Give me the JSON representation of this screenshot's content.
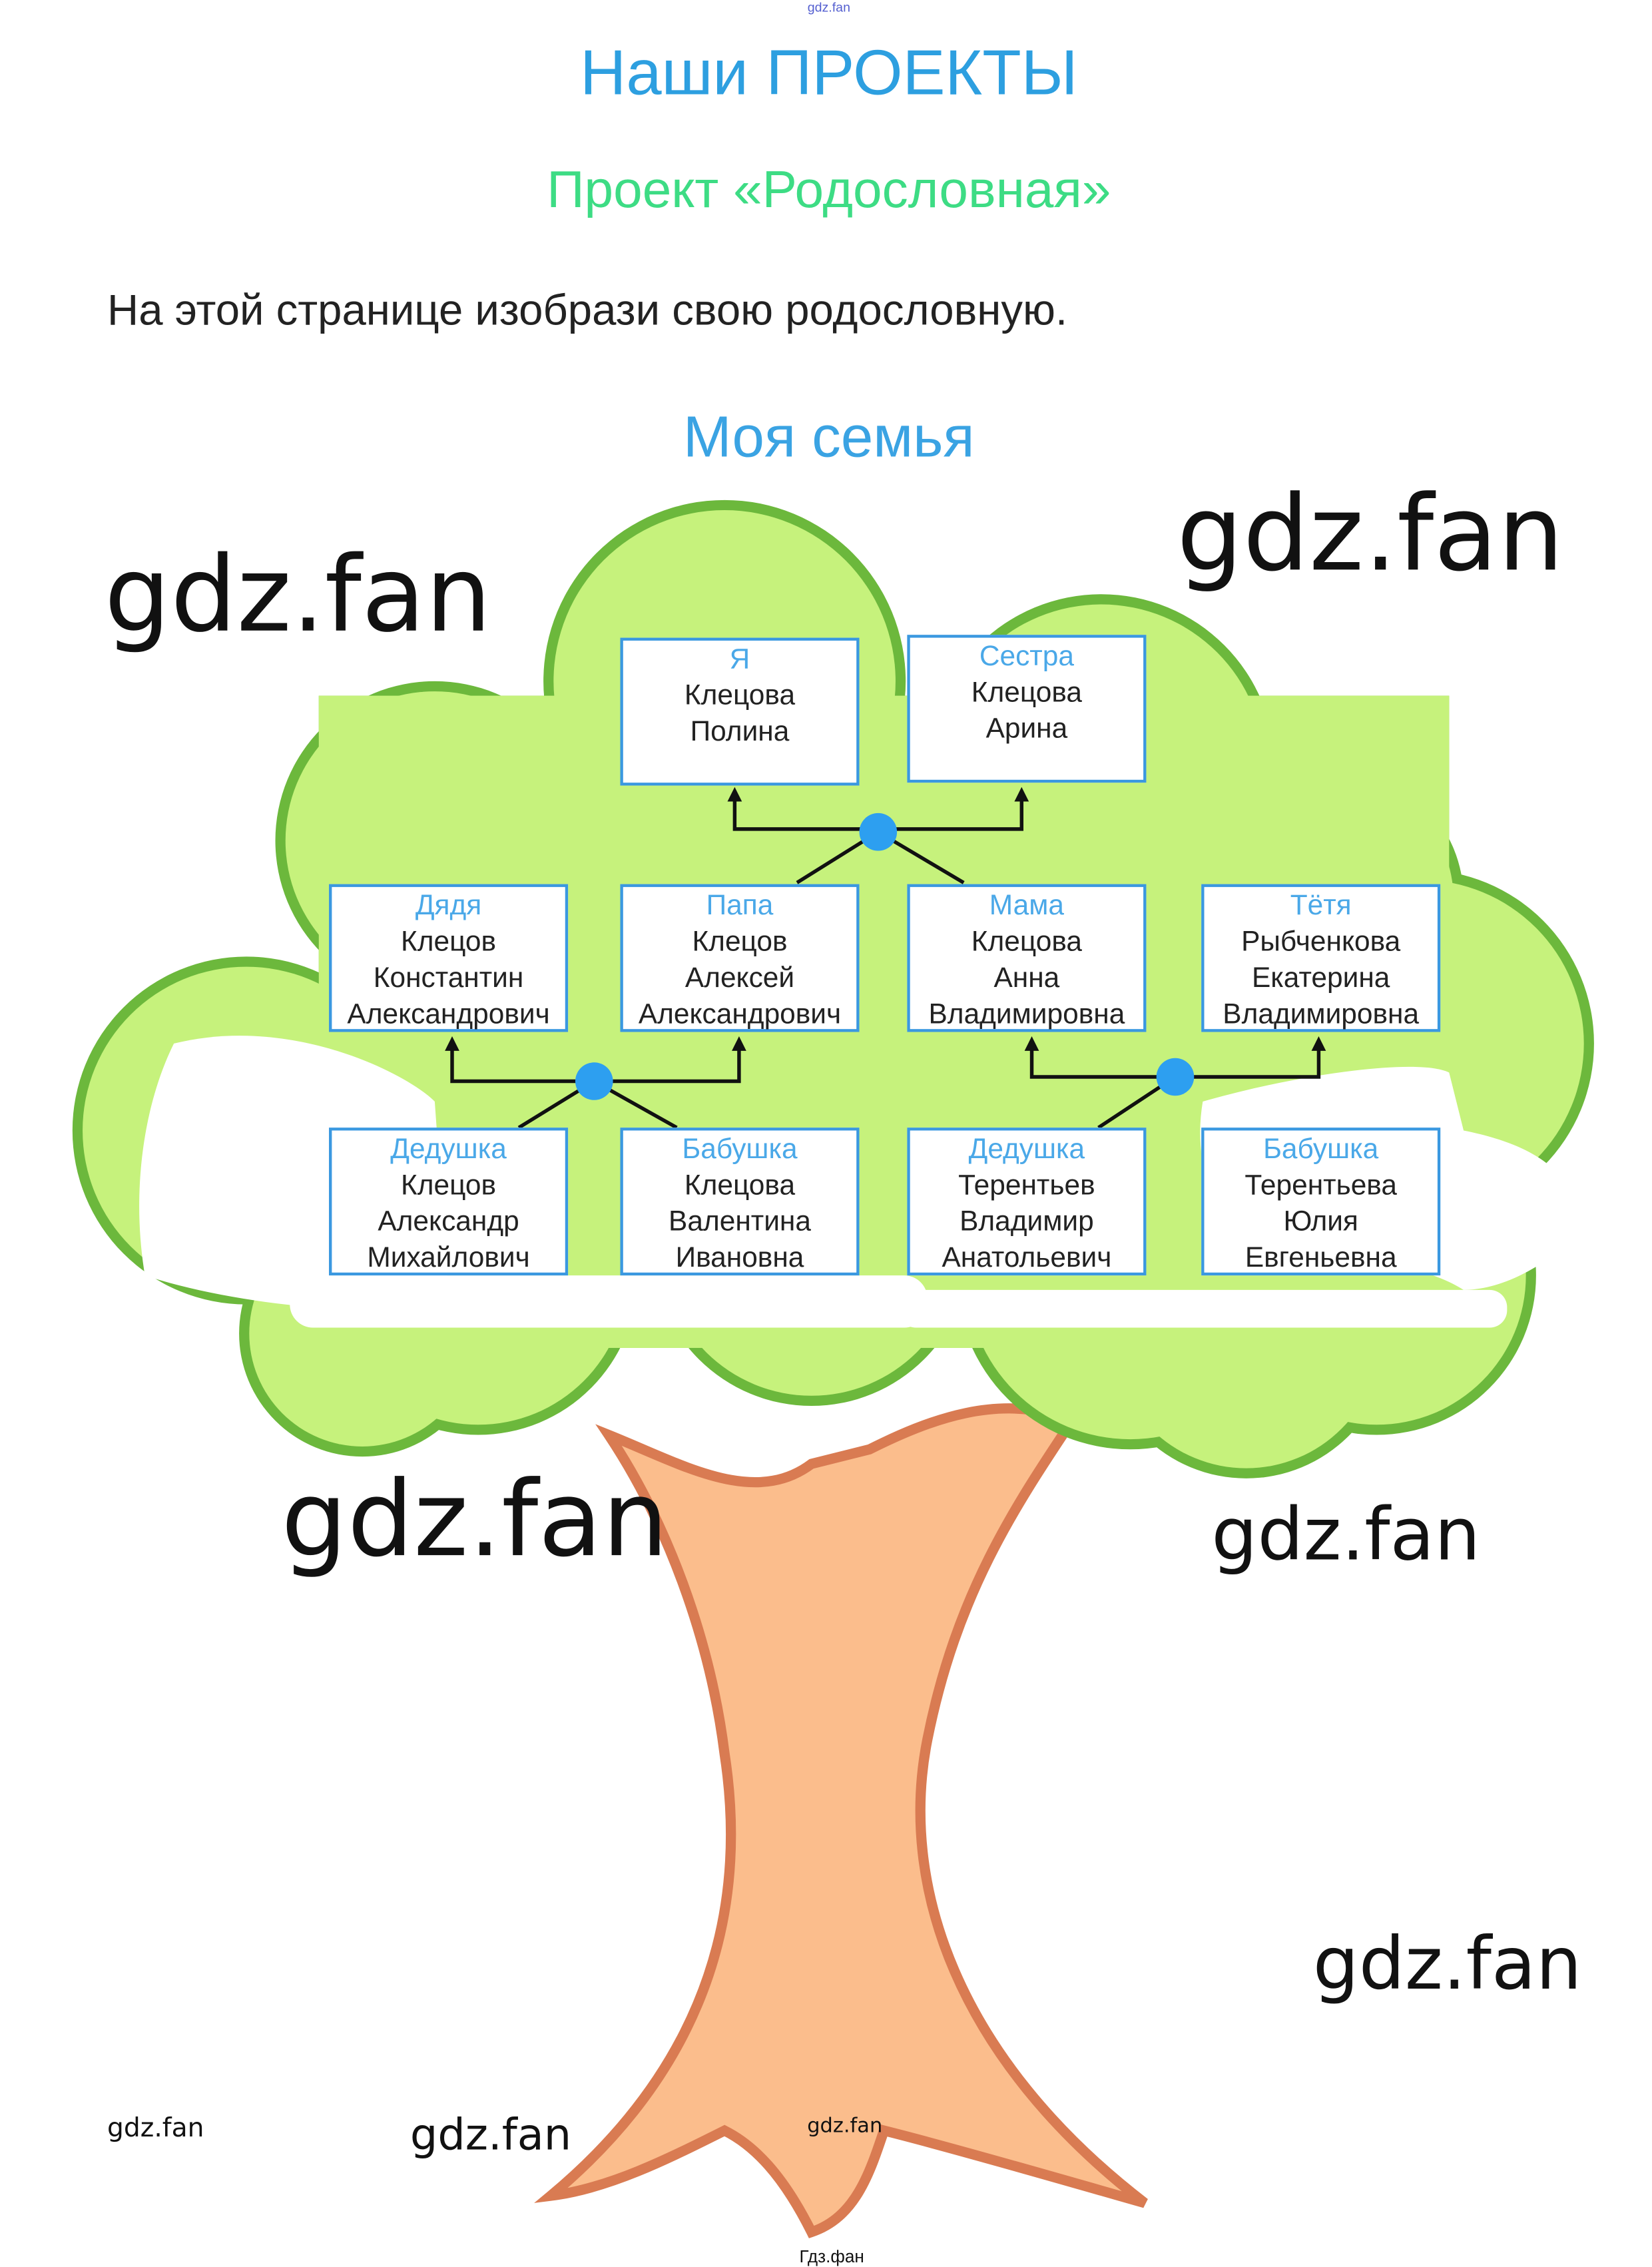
{
  "header": {
    "top_watermark": "gdz.fan",
    "title": "Наши ПРОЕКТЫ",
    "subtitle": "Проект «Родословная»",
    "instruction": "На этой странице изобрази свою родословную.",
    "family_heading": "Моя семья"
  },
  "family_tree": {
    "children": [
      {
        "role": "Я",
        "lines": [
          "Клецова",
          "Полина"
        ]
      },
      {
        "role": "Сестра",
        "lines": [
          "Клецова",
          "Арина"
        ]
      }
    ],
    "parents": [
      {
        "role": "Дядя",
        "lines": [
          "Клецов",
          "Константин",
          "Александрович"
        ]
      },
      {
        "role": "Папа",
        "lines": [
          "Клецов",
          "Алексей",
          "Александрович"
        ]
      },
      {
        "role": "Мама",
        "lines": [
          "Клецова",
          "Анна",
          "Владимировна"
        ]
      },
      {
        "role": "Тётя",
        "lines": [
          "Рыбченкова",
          "Екатерина",
          "Владимировна"
        ]
      }
    ],
    "grandparents": [
      {
        "role": "Дедушка",
        "lines": [
          "Клецов",
          "Александр",
          "Михайлович"
        ]
      },
      {
        "role": "Бабушка",
        "lines": [
          "Клецова",
          "Валентина",
          "Ивановна"
        ]
      },
      {
        "role": "Дедушка",
        "lines": [
          "Терентьев",
          "Владимир",
          "Анатольевич"
        ]
      },
      {
        "role": "Бабушка",
        "lines": [
          "Терентьева",
          "Юлия",
          "Евгеньевна"
        ]
      }
    ]
  },
  "watermarks": [
    "gdz.fan",
    "gdz.fan",
    "gdz.fan",
    "gdz.fan",
    "gdz.fan",
    "gdz.fan",
    "gdz.fan",
    "gdz.fan"
  ],
  "footer": "Гдз.фан",
  "colors": {
    "title": "#2d9fe0",
    "subtitle": "#3ddc84",
    "crown": "#c6f27c",
    "crown_border": "#6cb83c",
    "trunk": "#fbbd8c",
    "trunk_border": "#d97b52",
    "box_border": "#3a98e0",
    "node": "#2d9ff0"
  }
}
